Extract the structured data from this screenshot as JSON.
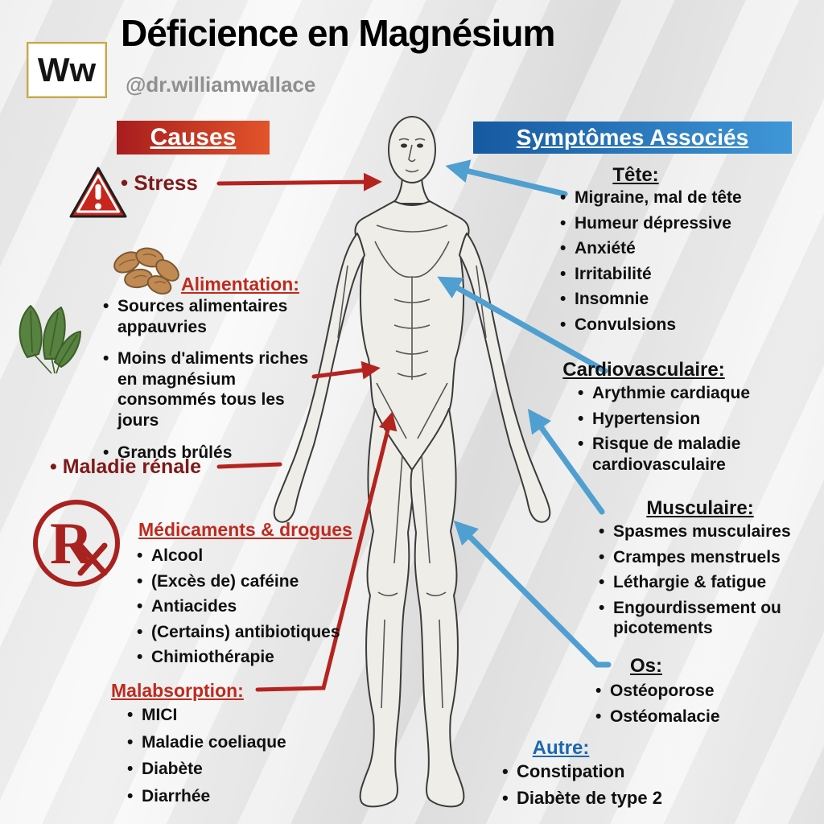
{
  "header": {
    "logo_text": "Ww",
    "title": "Déficience en Magnésium",
    "handle": "@dr.williamwallace"
  },
  "causes": {
    "banner": "Causes",
    "stress": "Stress",
    "alimentation": {
      "title": "Alimentation:",
      "items": [
        "Sources alimentaires appauvries",
        "Moins d'aliments riches en magnésium consommés tous les jours",
        "Grands brûlés"
      ]
    },
    "maladie_renale": "Maladie rénale",
    "medicaments": {
      "title": "Médicaments & drogues",
      "items": [
        "Alcool",
        "(Excès de) caféine",
        "Antiacides",
        "(Certains) antibiotiques",
        "Chimiothérapie"
      ]
    },
    "malabsorption": {
      "title": "Malabsorption:",
      "items": [
        "MICI",
        "Maladie coeliaque",
        "Diabète",
        "Diarrhée"
      ]
    }
  },
  "symptomes": {
    "banner": "Symptômes Associés",
    "sections": [
      {
        "title": "Tête:",
        "items": [
          "Migraine, mal de tête",
          "Humeur dépressive",
          "Anxiété",
          "Irritabilité",
          "Insomnie",
          "Convulsions"
        ]
      },
      {
        "title": "Cardiovasculaire:",
        "items": [
          "Arythmie cardiaque",
          "Hypertension",
          "Risque de maladie cardiovasculaire"
        ]
      },
      {
        "title": "Musculaire:",
        "items": [
          "Spasmes musculaires",
          "Crampes menstruels",
          "Léthargie & fatigue",
          "Engourdissement ou picotements"
        ]
      },
      {
        "title": "Os:",
        "items": [
          "Ostéoporose",
          "Ostéomalacie"
        ]
      },
      {
        "title": "Autre:",
        "items": [
          "Constipation",
          "Diabète de type 2"
        ]
      }
    ]
  },
  "icons": {
    "warning": "warning-triangle",
    "almonds": "almonds",
    "spinach": "spinach-leaves",
    "rx": "prescription-rx",
    "rx_text": "R"
  },
  "colors": {
    "causes_red": "#a81d1e",
    "causes_orange": "#e2542a",
    "maroon_text": "#7d1a1a",
    "heading_red": "#bf2a1e",
    "sympt_blue_dark": "#1659a0",
    "sympt_blue_light": "#3f97d8",
    "arrow_blue": "#4f9fd0",
    "arrow_red": "#b5231f"
  }
}
